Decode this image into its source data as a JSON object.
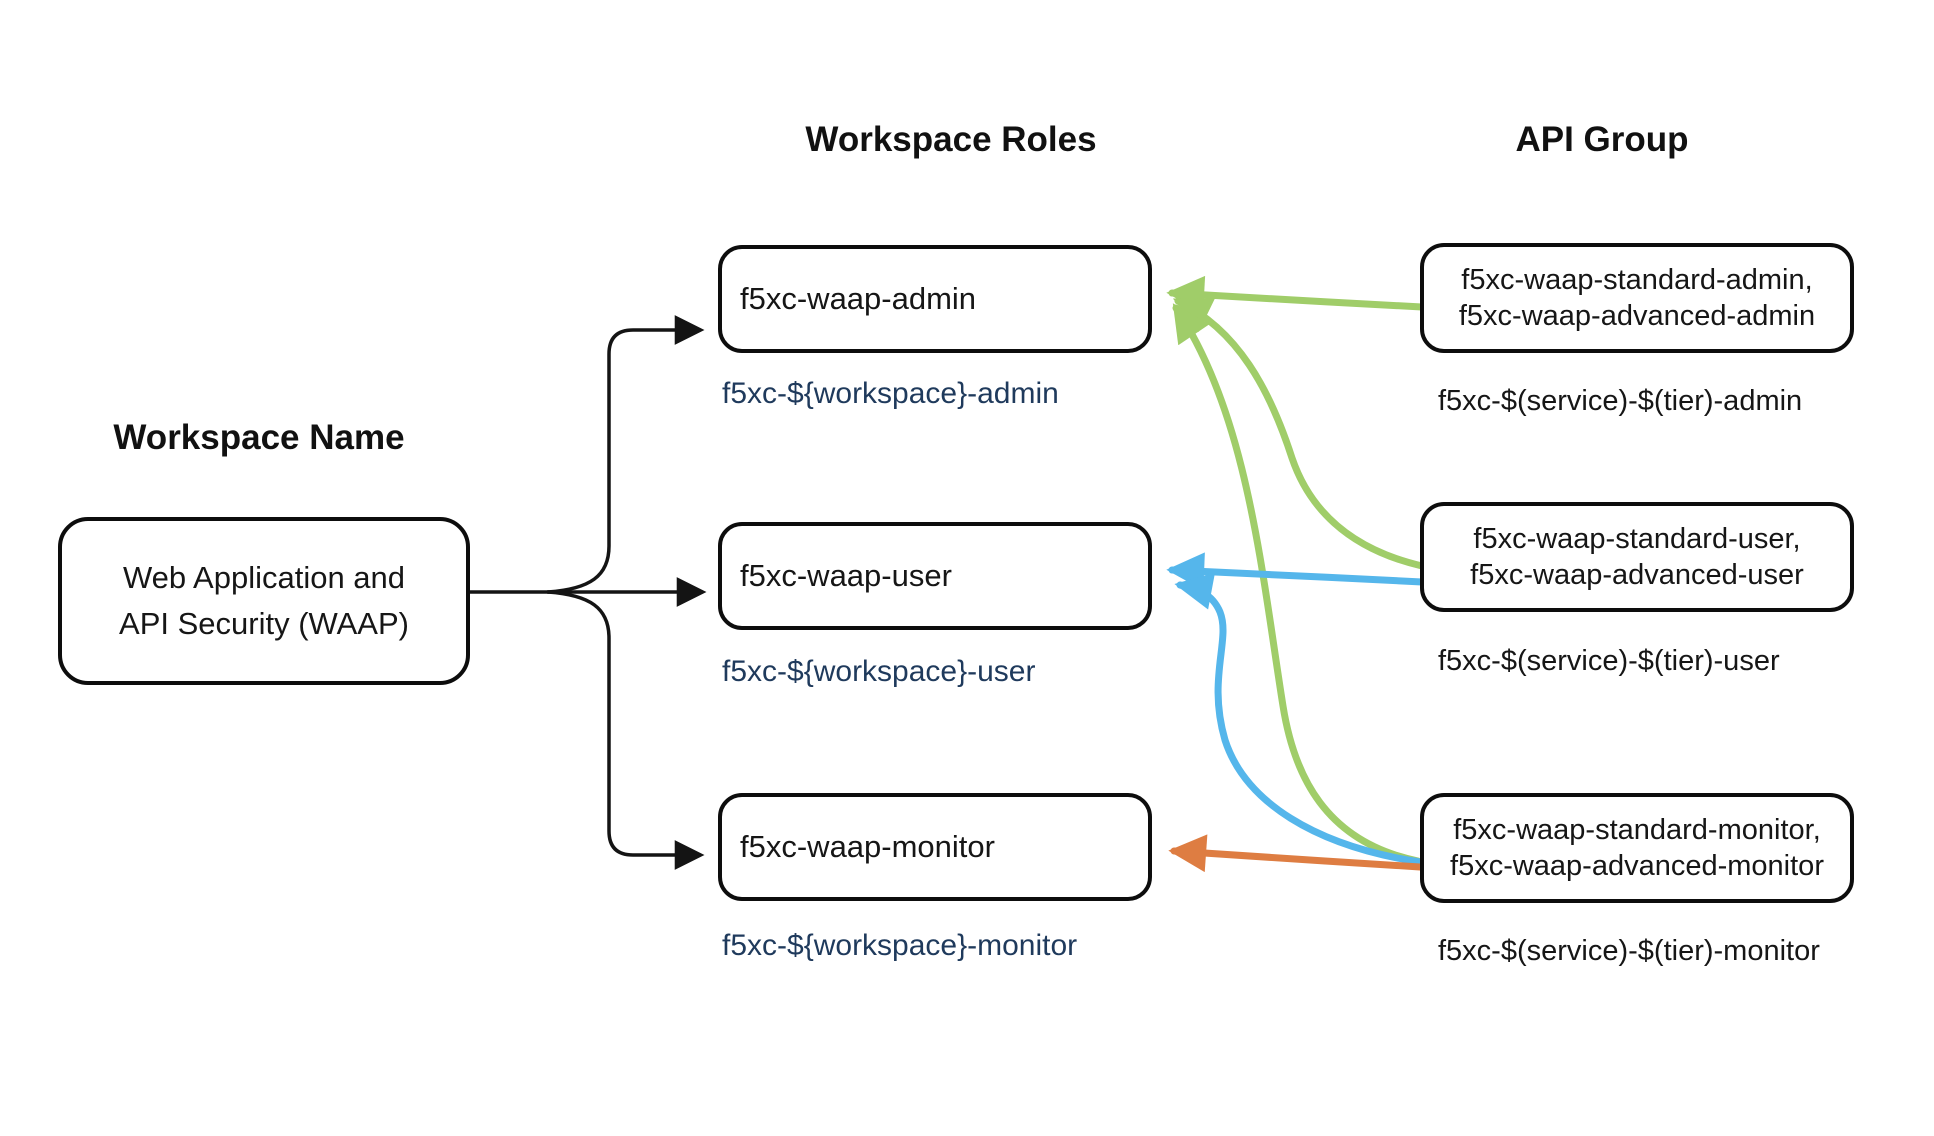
{
  "diagram": {
    "headers": {
      "workspace_name": "Workspace Name",
      "workspace_roles": "Workspace Roles",
      "api_group": "API Group"
    },
    "workspace": {
      "name_line1": "Web Application and",
      "name_line2": "API Security (WAAP)"
    },
    "roles": [
      {
        "box": "f5xc-waap-admin",
        "caption": "f5xc-${workspace}-admin"
      },
      {
        "box": "f5xc-waap-user",
        "caption": "f5xc-${workspace}-user"
      },
      {
        "box": "f5xc-waap-monitor",
        "caption": "f5xc-${workspace}-monitor"
      }
    ],
    "api_groups": [
      {
        "box_line1": "f5xc-waap-standard-admin,",
        "box_line2": "f5xc-waap-advanced-admin",
        "caption": "f5xc-$(service)-$(tier)-admin"
      },
      {
        "box_line1": "f5xc-waap-standard-user,",
        "box_line2": "f5xc-waap-advanced-user",
        "caption": "f5xc-$(service)-$(tier)-user"
      },
      {
        "box_line1": "f5xc-waap-standard-monitor,",
        "box_line2": "f5xc-waap-advanced-monitor",
        "caption": "f5xc-$(service)-$(tier)-monitor"
      }
    ],
    "edges": [
      {
        "from": "Web Application and API Security (WAAP)",
        "to": "f5xc-waap-admin",
        "color": "black"
      },
      {
        "from": "Web Application and API Security (WAAP)",
        "to": "f5xc-waap-user",
        "color": "black"
      },
      {
        "from": "Web Application and API Security (WAAP)",
        "to": "f5xc-waap-monitor",
        "color": "black"
      },
      {
        "from": "f5xc-waap-standard-admin, f5xc-waap-advanced-admin",
        "to": "f5xc-waap-admin",
        "color": "green"
      },
      {
        "from": "f5xc-waap-standard-user, f5xc-waap-advanced-user",
        "to": "f5xc-waap-admin",
        "color": "green"
      },
      {
        "from": "f5xc-waap-standard-monitor, f5xc-waap-advanced-monitor",
        "to": "f5xc-waap-admin",
        "color": "green"
      },
      {
        "from": "f5xc-waap-standard-user, f5xc-waap-advanced-user",
        "to": "f5xc-waap-user",
        "color": "blue"
      },
      {
        "from": "f5xc-waap-standard-monitor, f5xc-waap-advanced-monitor",
        "to": "f5xc-waap-user",
        "color": "blue"
      },
      {
        "from": "f5xc-waap-standard-monitor, f5xc-waap-advanced-monitor",
        "to": "f5xc-waap-monitor",
        "color": "orange"
      }
    ],
    "colors": {
      "black": "#141414",
      "green": "#A0CD69",
      "blue": "#55B6EB",
      "orange": "#DE7D42",
      "caption_navy": "#1F3A5C"
    }
  }
}
